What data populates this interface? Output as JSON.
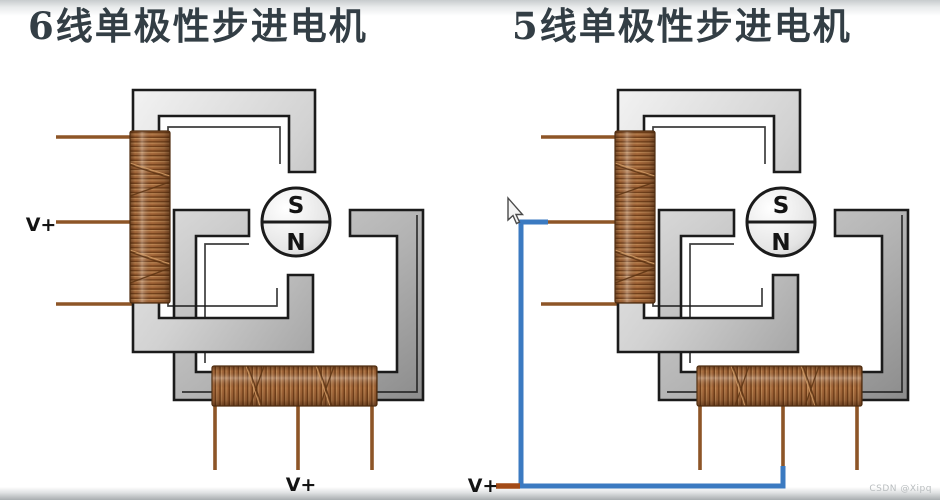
{
  "titles": {
    "left": "6线单极性步进电机",
    "right": "5线单极性步进电机"
  },
  "left_motor": {
    "rotor": {
      "top": "S",
      "bottom": "N"
    },
    "side_center_tap_label": "V+",
    "bottom_center_tap_label": "V+"
  },
  "right_motor": {
    "rotor": {
      "top": "S",
      "bottom": "N"
    },
    "supply_label": "V+"
  },
  "watermark": "CSDN @Xipq",
  "colors": {
    "title_ink": "#333e45",
    "frame_outline": "#1b1b1b",
    "frame_light": "#d9d9d9",
    "frame_dark": "#aeaeae",
    "coil_copper": "#a5683a",
    "lead_brown": "#8d5527",
    "jumper_blue": "#3b7ac1",
    "supply_stub_brown": "#a34b17"
  }
}
